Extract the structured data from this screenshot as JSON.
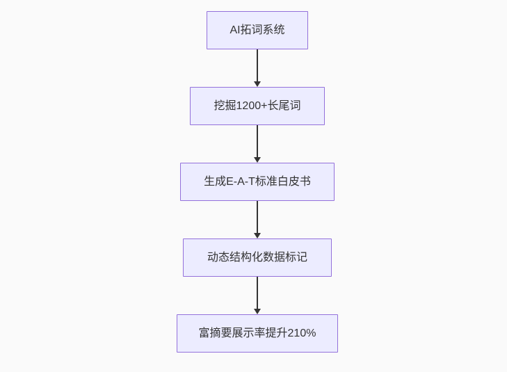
{
  "diagram": {
    "type": "flowchart",
    "direction": "top-down",
    "nodes": [
      {
        "id": "step-1",
        "label": "AI拓词系统"
      },
      {
        "id": "step-2",
        "label": "挖掘1200+长尾词"
      },
      {
        "id": "step-3",
        "label": "生成E-A-T标准白皮书"
      },
      {
        "id": "step-4",
        "label": "动态结构化数据标记"
      },
      {
        "id": "step-5",
        "label": "富摘要展示率提升210%"
      }
    ],
    "edges": [
      {
        "from": "step-1",
        "to": "step-2",
        "style": "arrow-down"
      },
      {
        "from": "step-2",
        "to": "step-3",
        "style": "arrow-down"
      },
      {
        "from": "step-3",
        "to": "step-4",
        "style": "arrow-down"
      },
      {
        "from": "step-4",
        "to": "step-5",
        "style": "arrow-down"
      }
    ],
    "colors": {
      "background": "#fafafa",
      "node_fill": "#ECECFF",
      "node_border": "#9370DB",
      "arrow": "#333333",
      "text": "#333333"
    }
  }
}
